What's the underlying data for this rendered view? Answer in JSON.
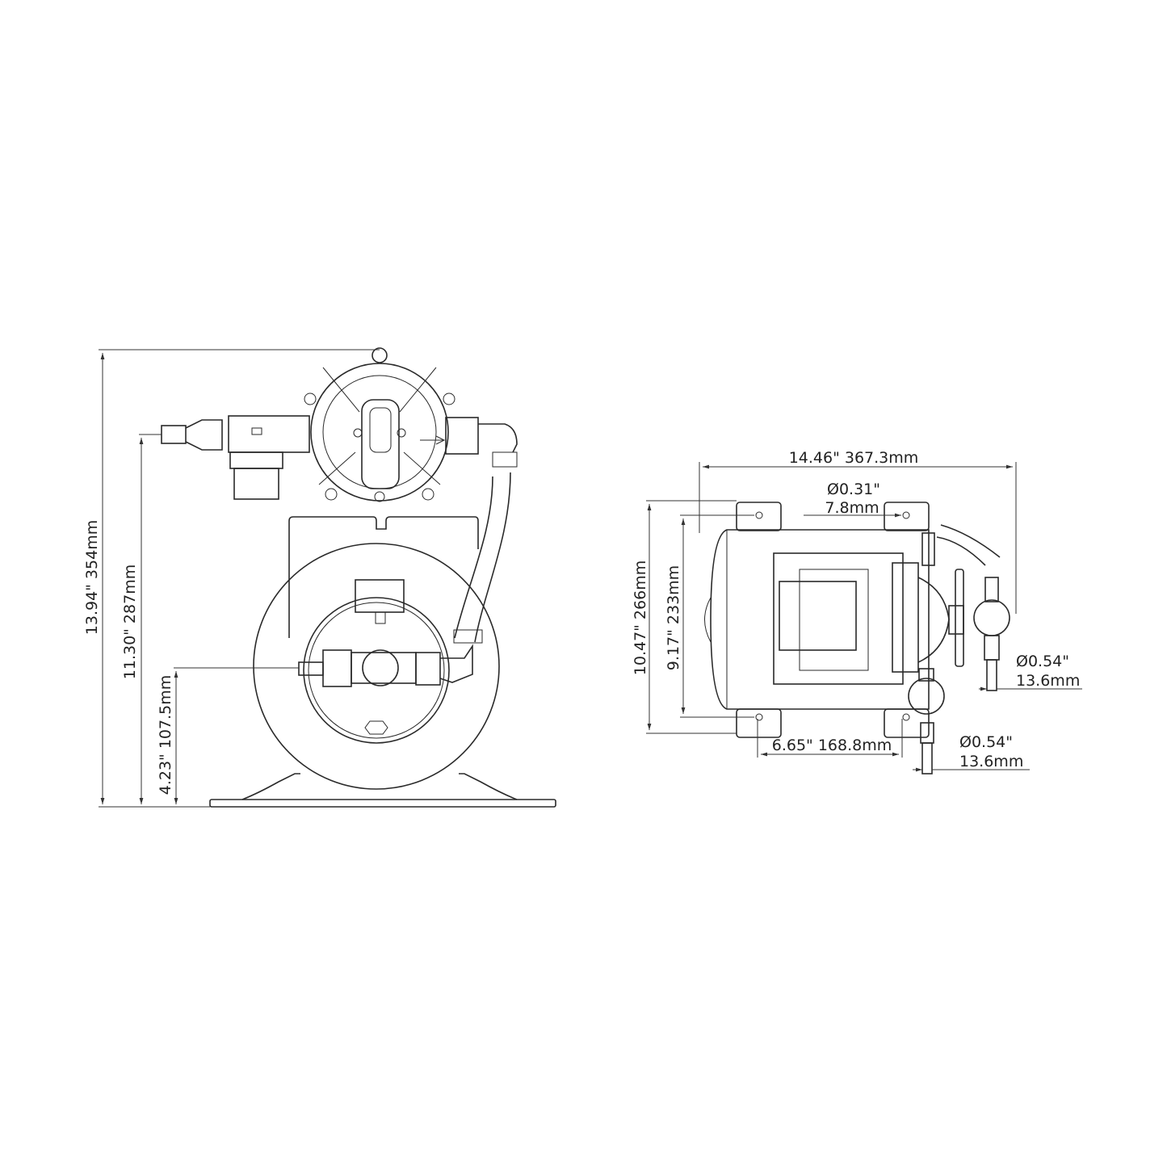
{
  "side_view": {
    "overall_height": "13.94\"  354mm",
    "inlet_height": "11.30\"  287mm",
    "outlet_height": "4.23\"  107.5mm"
  },
  "top_view": {
    "overall_length": "14.46\"  367.3mm",
    "mount_hole_diameter_in": "Ø0.31\"",
    "mount_hole_diameter_mm": "7.8mm",
    "overall_width": "10.47\"  266mm",
    "hole_spacing_width": "9.17\"  233mm",
    "hole_spacing_length": "6.65\"  168.8mm",
    "inlet_port_diameter_in": "Ø0.54\"",
    "inlet_port_diameter_mm": "13.6mm",
    "outlet_port_diameter_in": "Ø0.54\"",
    "outlet_port_diameter_mm": "13.6mm"
  },
  "colors": {
    "line": "#2a2a2a",
    "background": "#ffffff"
  }
}
